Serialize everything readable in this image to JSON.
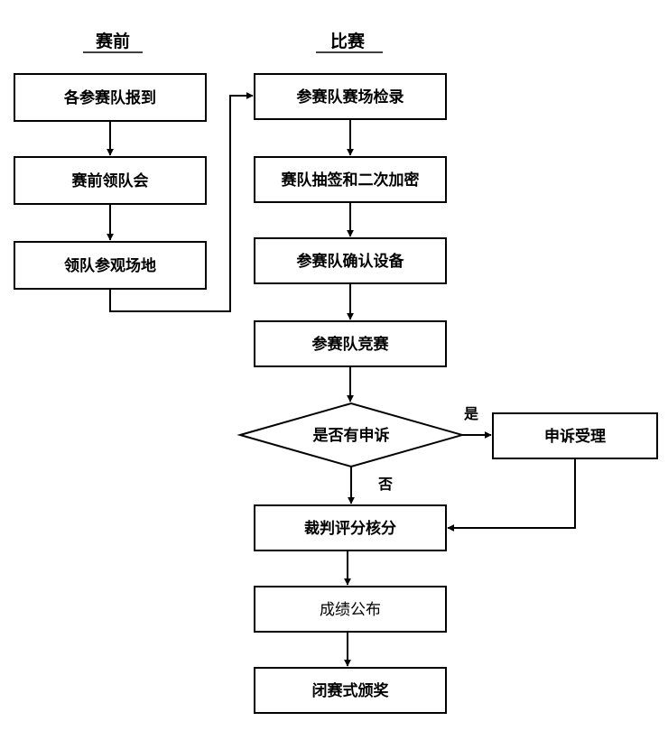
{
  "headers": {
    "pre": "赛前",
    "match": "比赛"
  },
  "nodes": {
    "checkin": "各参赛队报到",
    "meeting": "赛前领队会",
    "visit": "领队参观场地",
    "inspection": "参赛队赛场检录",
    "draw": "赛队抽签和二次加密",
    "equipment": "参赛队确认设备",
    "compete": "参赛队竞赛",
    "appeal_q": "是否有申诉",
    "appeal_accept": "申诉受理",
    "scoring": "裁判评分核分",
    "results": "成绩公布",
    "closing": "闭赛式颁奖"
  },
  "edge_labels": {
    "yes": "是",
    "no": "否"
  }
}
